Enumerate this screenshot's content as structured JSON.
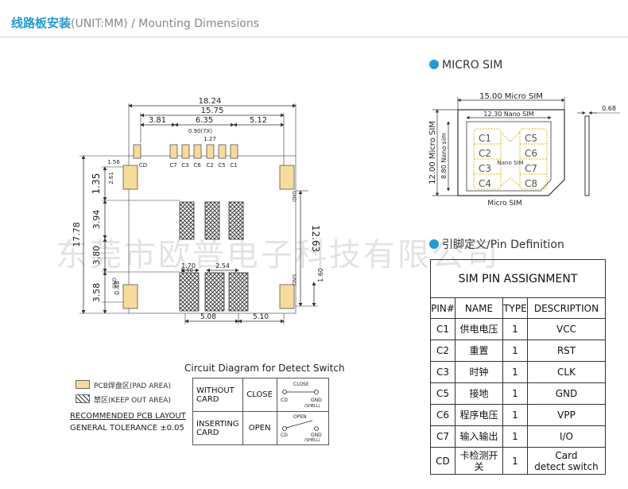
{
  "header": {
    "title_cn": "线路板安装",
    "title_en": "(UNIT:MM) / Mounting Dimensions"
  },
  "pcb_layout": {
    "pin_labels": [
      "C7",
      "C3",
      "C6",
      "C2",
      "C5",
      "C1"
    ],
    "cd_label": "CD",
    "gnd_label": "GND",
    "dimensions": {
      "overall_width": "18.24",
      "inner_width": "15.75",
      "left_offset": "3.81",
      "pad_span": "6.35",
      "right_offset": "5.12",
      "pitch_tx": "0.90(7X)",
      "pitch": "1.27",
      "small_top": "1.56",
      "small_side": "2.61",
      "top_gap": "1.35",
      "overall_height": "17.78",
      "mid_a": "3.94",
      "mid_b": "3.80",
      "bottom_gap": "3.58",
      "pad_height": "0.48",
      "center_height": "12.63",
      "gnd_height": "1.60",
      "ko_width": "1.70",
      "ko_pitch": "2.54",
      "ko_offset": "1.40",
      "bottom_left": "5.08",
      "bottom_right": "5.10"
    }
  },
  "legend": {
    "pad_area": "PCB焊盘区(PAD AREA)",
    "keep_out": "禁区(KEEP OUT AREA)",
    "recommended": "RECOMMENDED PCB LAYOUT",
    "tolerance": "GENERAL TOLERANCE ±0.05"
  },
  "switch_diagram": {
    "title": "Circuit Diagram for Detect Switch",
    "rows": [
      {
        "state": "WITHOUT\nCARD",
        "mode": "CLOSE",
        "label": "CLOSE"
      },
      {
        "state": "INSERTING\nCARD",
        "mode": "OPEN",
        "label": "OPEN"
      }
    ],
    "cd": "CD",
    "gnd": "GND",
    "shell": "(SHELL)"
  },
  "micro_sim": {
    "title": "MICRO SIM",
    "width_label": "15.00 Micro SIM",
    "nano_width": "12.30 Nano SIM",
    "height_label": "12.00 Micro SIM",
    "nano_height": "8.80 Nano sim",
    "thickness": "0.68",
    "contacts": [
      "C1",
      "C2",
      "C3",
      "C4",
      "C5",
      "C6",
      "C7",
      "C8"
    ],
    "nano_label": "Nano SIM",
    "bottom_label": "Micro SIM"
  },
  "pin_definition": {
    "title": "引脚定义/Pin Definition",
    "table_title": "SIM PIN ASSIGNMENT",
    "headers": [
      "PIN#",
      "NAME",
      "TYPE",
      "DESCRIPTION"
    ],
    "rows": [
      [
        "C1",
        "供电电压",
        "1",
        "VCC"
      ],
      [
        "C2",
        "重置",
        "1",
        "RST"
      ],
      [
        "C3",
        "时钟",
        "1",
        "CLK"
      ],
      [
        "C5",
        "接地",
        "1",
        "GND"
      ],
      [
        "C6",
        "程序电压",
        "1",
        "VPP"
      ],
      [
        "C7",
        "输入输出",
        "1",
        "I/O"
      ],
      [
        "CD",
        "卡检测开关",
        "1",
        "Card\ndetect switch"
      ]
    ]
  },
  "watermark": "东莞市欧普电子科技有限公司",
  "colors": {
    "accent": "#1e9bd7",
    "pad": "#f6dc9a"
  }
}
